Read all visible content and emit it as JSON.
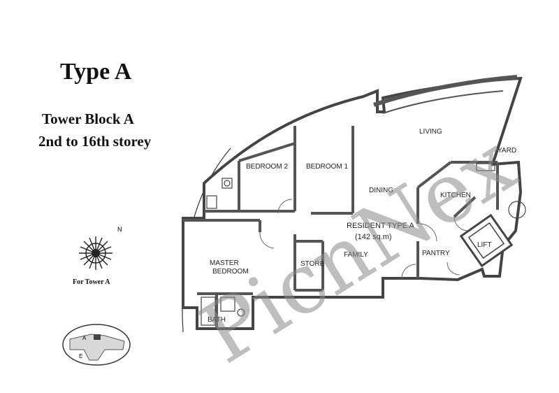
{
  "header": {
    "title": "Type A",
    "block": "Tower Block A",
    "storeys": "2nd to 16th storey"
  },
  "compass": {
    "label": "For Tower A",
    "north_marker": "N"
  },
  "unit": {
    "name": "RESIDENT TYPE A",
    "area": "(142 sq.m)"
  },
  "rooms": {
    "living": "LIVING",
    "yard": "YARD",
    "bedroom2": "BEDROOM 2",
    "bedroom1": "BEDROOM 1",
    "dining": "DINING",
    "kitchen": "KITCHEN",
    "master": "MASTER",
    "bedroom": "BEDROOM",
    "store": "STORE",
    "family": "FAMILY",
    "pantry": "PANTRY",
    "lift": "LIFT",
    "bath": "BATH"
  },
  "keyplan": {
    "label_a": "A",
    "label_e": "E"
  },
  "watermark": "PicnNex"
}
